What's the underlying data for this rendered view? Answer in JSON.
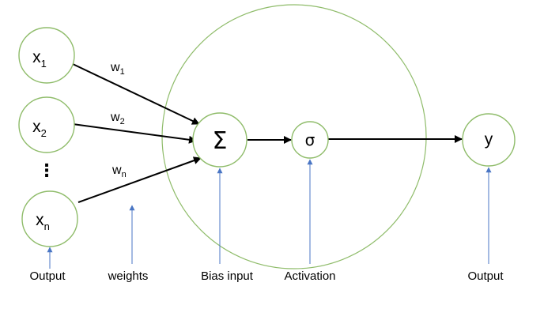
{
  "inputs": [
    {
      "symbol": "x",
      "subscript": "1"
    },
    {
      "symbol": "x",
      "subscript": "2"
    },
    {
      "symbol": "x",
      "subscript": "n"
    }
  ],
  "ellipsis": "⋮",
  "weights": [
    {
      "symbol": "w",
      "subscript": "1"
    },
    {
      "symbol": "w",
      "subscript": "2"
    },
    {
      "symbol": "w",
      "subscript": "n"
    }
  ],
  "summation_symbol": "Σ",
  "activation_symbol": "σ",
  "output_symbol": "y",
  "captions": {
    "inputs": "Output",
    "weights": "weights",
    "bias": "Bias input",
    "activation": "Activation",
    "output": "Output"
  },
  "colors": {
    "node_stroke": "#8fbc6a",
    "pointer_arrow": "#4a76c4",
    "edge": "#000000"
  }
}
